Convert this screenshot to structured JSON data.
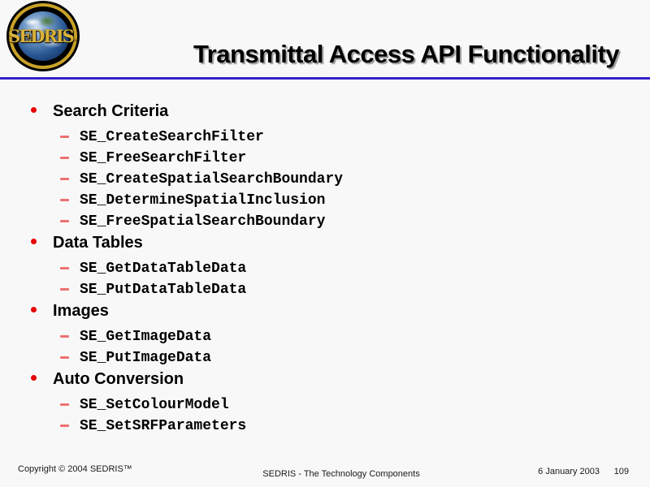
{
  "colors": {
    "page_bg": "#f8f8f8",
    "rule_blue": "#3621c9",
    "bullet_red": "#e60000",
    "dash_salmon": "#ee7070",
    "gold": "#c9a227",
    "gold_text": "#d9b33c",
    "title_shadow": "#9a9a9a"
  },
  "logo": {
    "text": "SEDRIS",
    "tm": "™"
  },
  "header": {
    "title": "Transmittal Access API Functionality"
  },
  "sections": [
    {
      "heading": "Search Criteria",
      "items": [
        "SE_CreateSearchFilter",
        "SE_FreeSearchFilter",
        "SE_CreateSpatialSearchBoundary",
        "SE_DetermineSpatialInclusion",
        "SE_FreeSpatialSearchBoundary"
      ]
    },
    {
      "heading": "Data Tables",
      "items": [
        "SE_GetDataTableData",
        "SE_PutDataTableData"
      ]
    },
    {
      "heading": "Images",
      "items": [
        "SE_GetImageData",
        "SE_PutImageData"
      ]
    },
    {
      "heading": "Auto Conversion",
      "items": [
        "SE_SetColourModel",
        "SE_SetSRFParameters"
      ]
    }
  ],
  "footer": {
    "copyright": "Copyright © 2004 SEDRIS™",
    "center": "SEDRIS - The Technology Components",
    "date": "6 January 2003",
    "page_number": "109"
  }
}
